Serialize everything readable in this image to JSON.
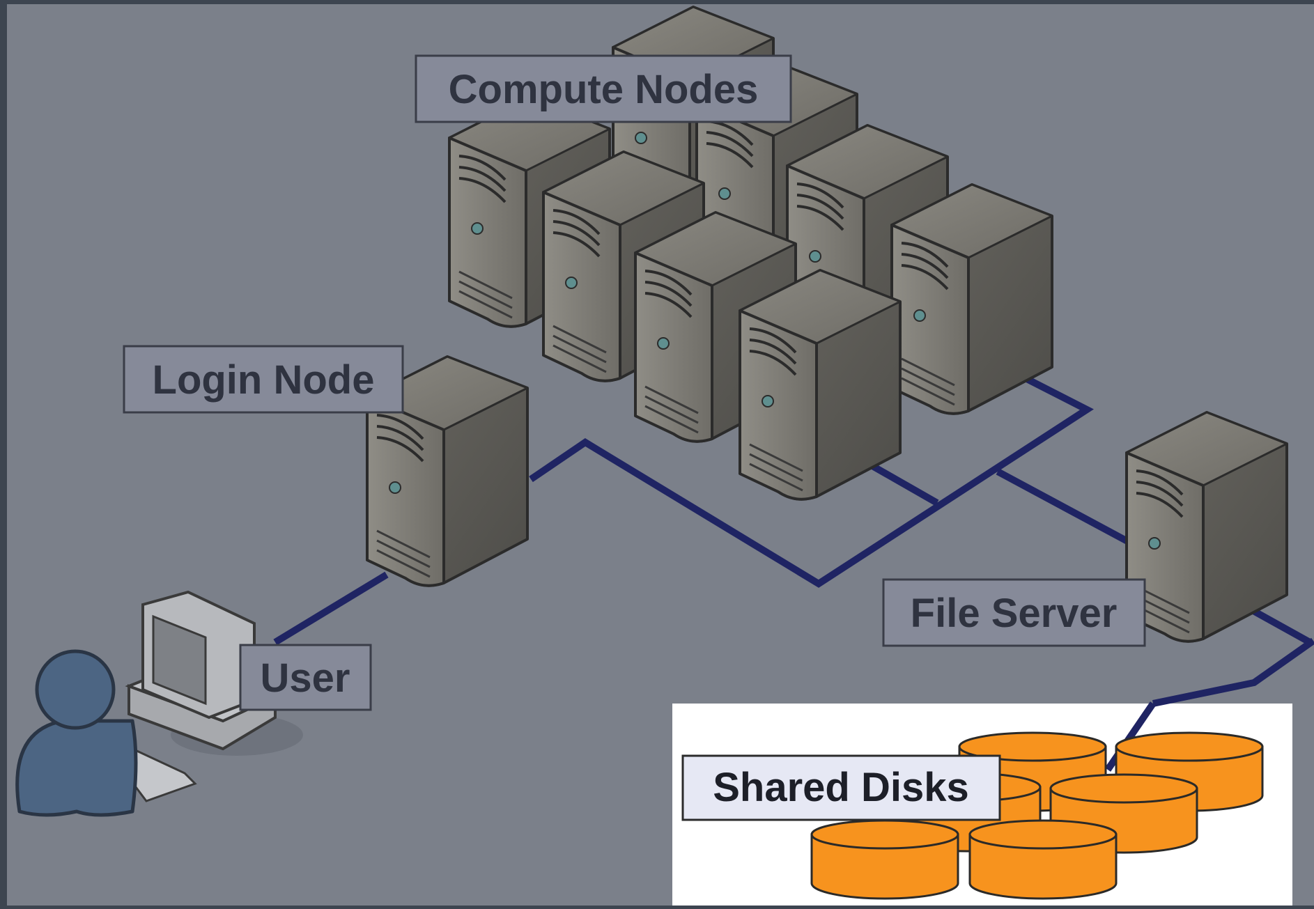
{
  "diagram": {
    "labels": {
      "compute": "Compute Nodes",
      "login": "Login Node",
      "user": "User",
      "file_server": "File Server",
      "shared_disks": "Shared Disks"
    },
    "colors": {
      "frame": "#3d4550",
      "overlay": "#7b808a",
      "network_line": "#1f2463",
      "server_dark": "#5a5955",
      "server_light": "#8f8d86",
      "label_box": "#868a99",
      "label_text": "#2f3340",
      "disk_fill": "#f7931e",
      "disk_stroke": "#2b2a28",
      "user_body": "#4c6583"
    },
    "icons": [
      "server-icon",
      "user-icon",
      "desktop-computer-icon",
      "disk-icon"
    ]
  }
}
